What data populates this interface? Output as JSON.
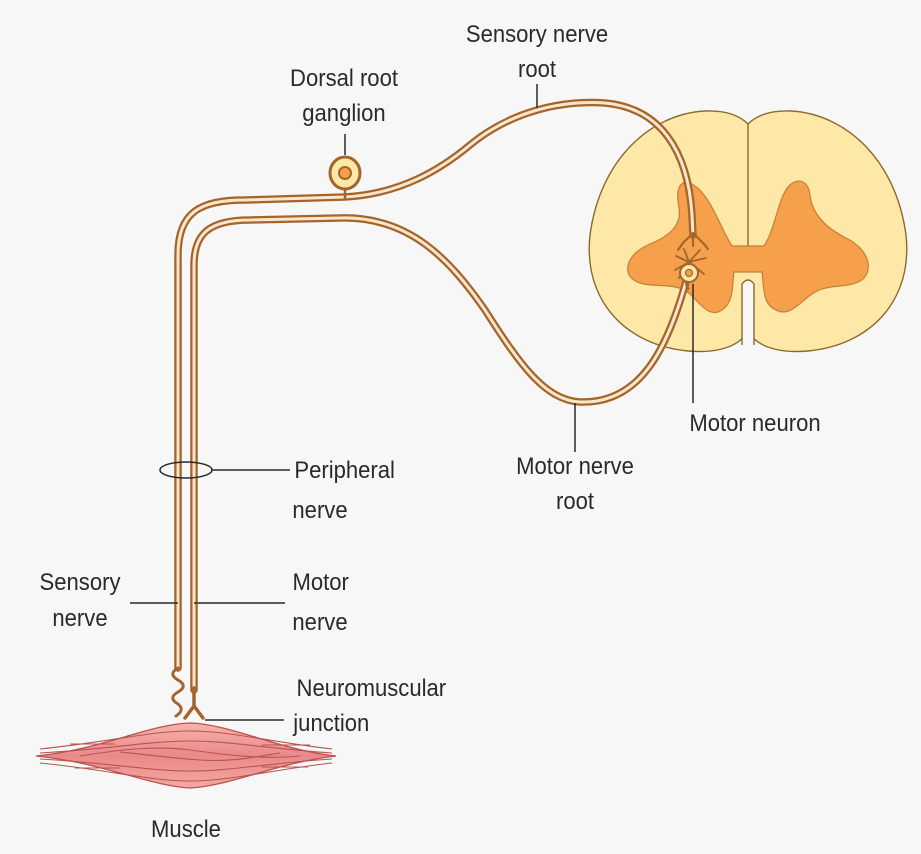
{
  "labels": {
    "sensory_root_l1": "Sensory nerve",
    "sensory_root_l2": "root",
    "drg_l1": "Dorsal root",
    "drg_l2": "ganglion",
    "motor_neuron": "Motor neuron",
    "motor_root_l1": "Motor nerve",
    "motor_root_l2": "root",
    "peripheral_l1": "Peripheral",
    "peripheral_l2": "nerve",
    "sensory_nerve_l1": "Sensory",
    "sensory_nerve_l2": "nerve",
    "motor_nerve_l1": "Motor",
    "motor_nerve_l2": "nerve",
    "nmj_l1": "Neuromuscular",
    "nmj_l2": "junction",
    "muscle": "Muscle"
  },
  "colors": {
    "background": "#f7f7f7",
    "nerve": "#a4652b",
    "nerve_core": "#fbe5cc",
    "white_matter": "#fde8a8",
    "grey_matter": "#f6a04b",
    "muscle": "#e98a8a",
    "muscle_striation": "#b9534f",
    "label_text": "#2a2a2a"
  },
  "icons": [
    "spinal-cord-cross-section",
    "dorsal-root-ganglion-icon",
    "motor-neuron-cell-icon",
    "muscle-icon"
  ]
}
